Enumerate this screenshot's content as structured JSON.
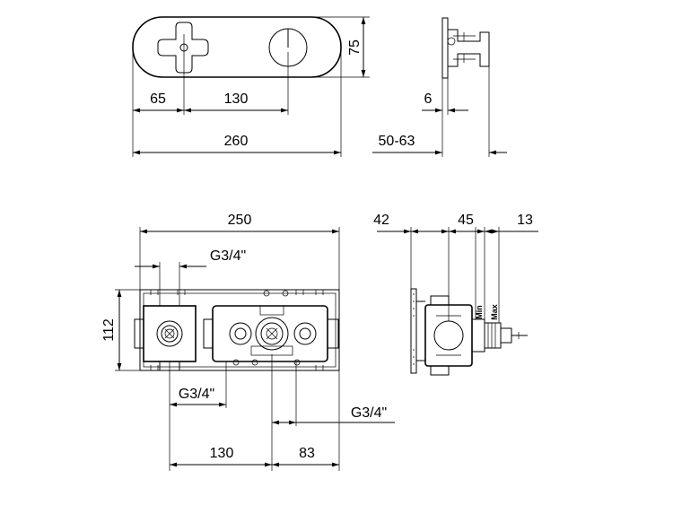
{
  "front_plate": {
    "height": "75",
    "offset_left": "65",
    "spacing": "130",
    "overall_width": "260"
  },
  "side_plate": {
    "thickness": "6",
    "depth_range": "50-63"
  },
  "body_front": {
    "overall_width": "250",
    "height": "112",
    "thread_top": "G3/4\"",
    "thread_bottom_left": "G3/4\"",
    "thread_bottom_right": "G3/4\"",
    "spacing_bottom": "130",
    "offset_bottom_right": "83"
  },
  "body_side": {
    "depth_42": "42",
    "depth_45": "45",
    "depth_13": "13",
    "min_label": "Min",
    "max_label": "Max"
  }
}
